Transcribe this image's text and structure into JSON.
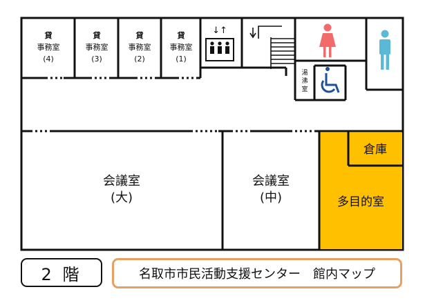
{
  "rooms": {
    "office4": {
      "line1": "貸",
      "line2": "事務室",
      "line3": "(4)"
    },
    "office3": {
      "line1": "貸",
      "line2": "事務室",
      "line3": "(3)"
    },
    "office2": {
      "line1": "貸",
      "line2": "事務室",
      "line3": "(2)"
    },
    "office1": {
      "line1": "貸",
      "line2": "事務室",
      "line3": "(1)"
    },
    "kettle_room": [
      "湯",
      "沸",
      "室"
    ],
    "storage": "倉庫",
    "conf_large": {
      "name": "会議室",
      "size": "(大)"
    },
    "conf_medium": {
      "name": "会議室",
      "size": "(中)"
    },
    "multipurpose": "多目的室"
  },
  "elevator": {
    "arrows": "↓↑"
  },
  "icons": {
    "elevator": "elevator-icon",
    "stairs": "stairs-icon",
    "female_restroom": "female-restroom-icon",
    "male_restroom": "male-restroom-icon",
    "accessible_restroom": "wheelchair-icon"
  },
  "colors": {
    "multipurpose_fill": "#FFC000",
    "female_icon": "#F26B6B",
    "male_icon": "#5BB8D6",
    "accessible_icon": "#1E4F9C",
    "title_border": "#E8A060"
  },
  "footer": {
    "floor": "2 階",
    "title": "名取市市民活動支援センター　館内マップ"
  }
}
